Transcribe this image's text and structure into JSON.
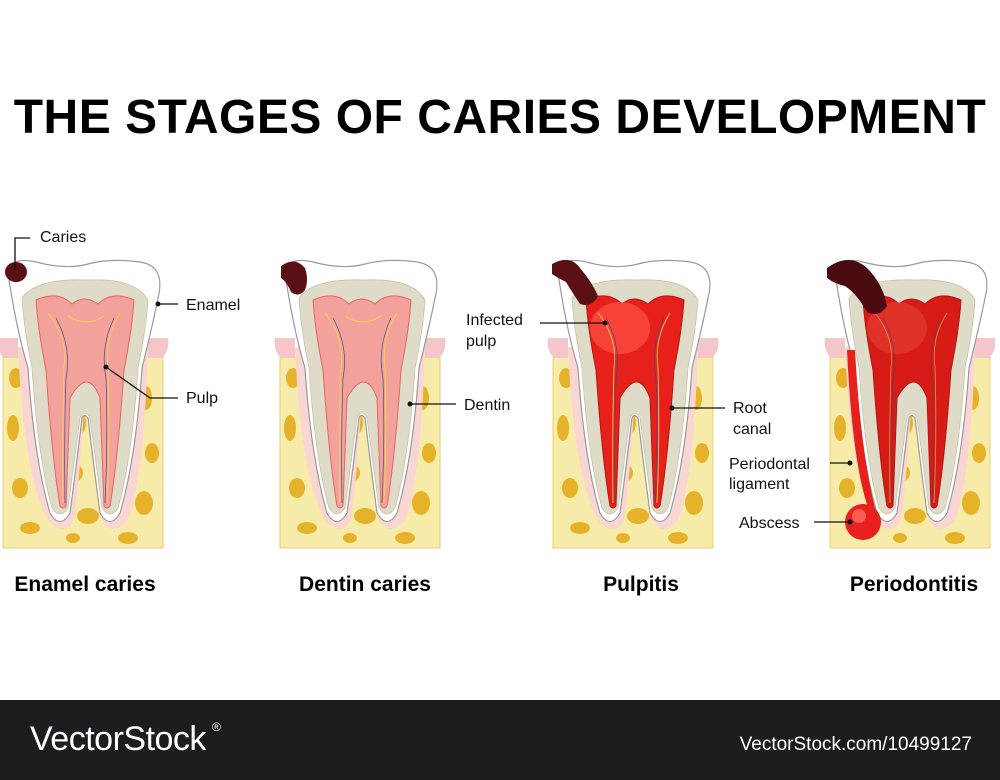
{
  "title": "THE STAGES OF CARIES DEVELOPMENT",
  "stages": [
    {
      "caption": "Enamel caries"
    },
    {
      "caption": "Dentin caries"
    },
    {
      "caption": "Pulpitis"
    },
    {
      "caption": "Periodontitis"
    }
  ],
  "labels": {
    "caries": "Caries",
    "enamel": "Enamel",
    "pulp": "Pulp",
    "dentin": "Dentin",
    "infected_pulp_1": "Infected",
    "infected_pulp_2": "pulp",
    "root_canal_1": "Root",
    "root_canal_2": "canal",
    "periodontal_1": "Periodontal",
    "periodontal_2": "ligament",
    "abscess": "Abscess"
  },
  "footer": {
    "brand": "VectorStock",
    "reg": "®",
    "image_id": "VectorStock.com/10499127"
  },
  "colors": {
    "bone": "#f7ebaa",
    "bone_spot": "#e6b22a",
    "gum": "#f5c6c9",
    "enamel": "#ffffff",
    "dentin": "#dedcc9",
    "pulp": "#f3a19b",
    "infected_pulp": "#e8201c",
    "caries": "#5a1014",
    "abscess": "#e82020"
  }
}
